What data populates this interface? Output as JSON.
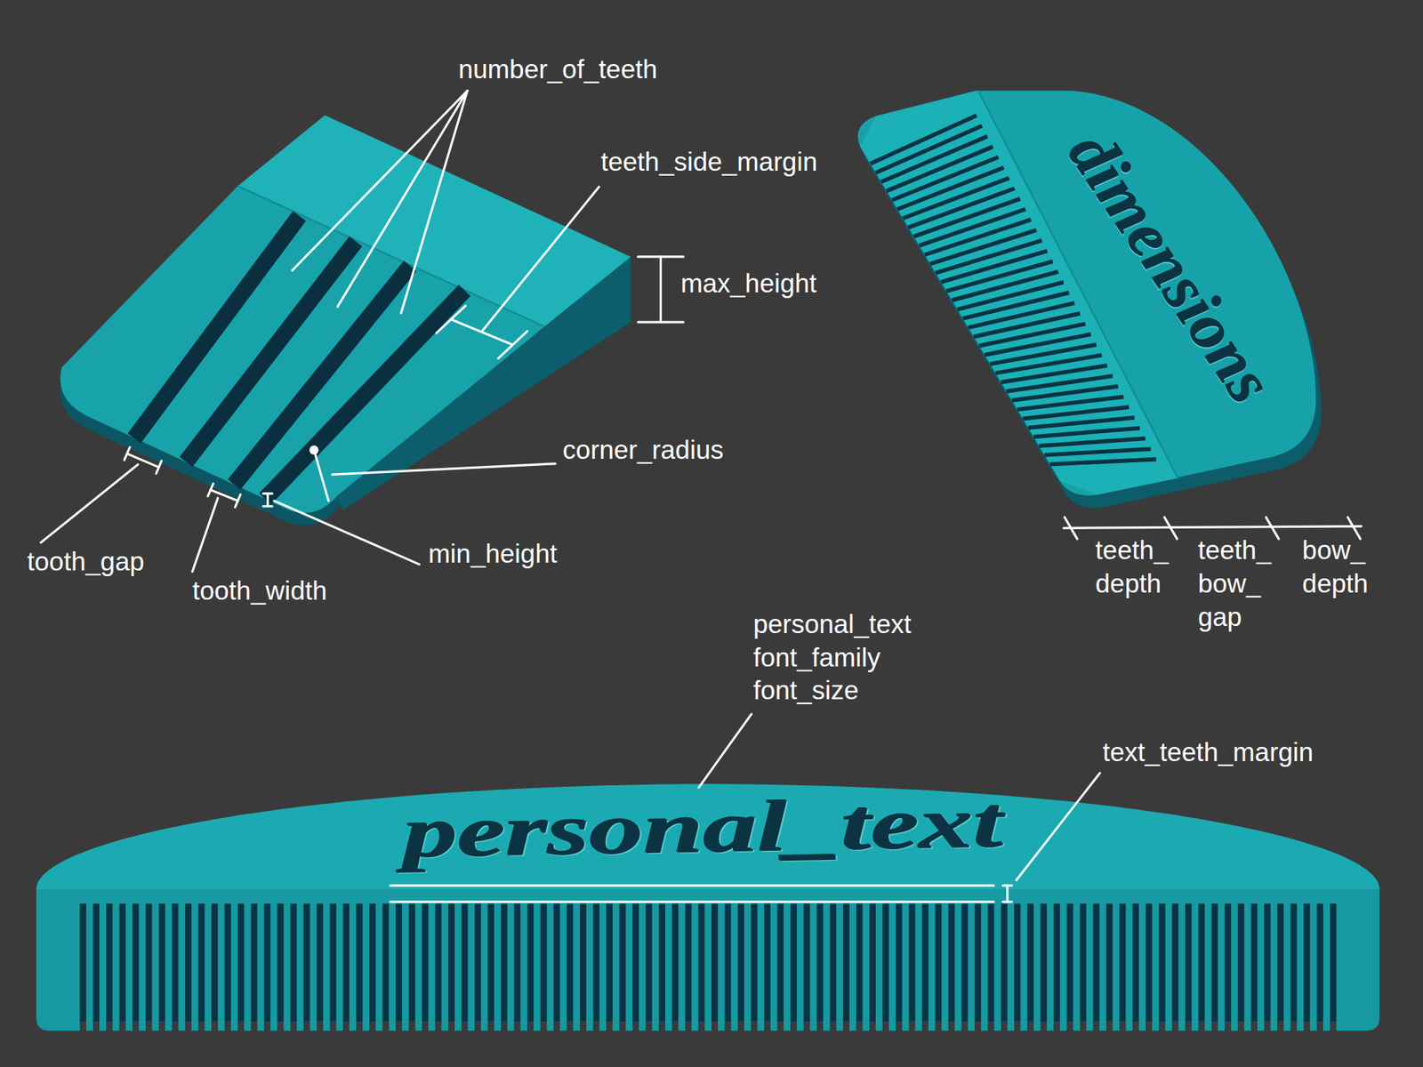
{
  "diagram": {
    "labels": [
      "number_of_teeth",
      "teeth_side_margin",
      "dimensions",
      "max_height",
      "corner_radius",
      "min_height",
      "tooth_gap",
      "tooth_width",
      "teeth_ depth",
      "teeth_ bow_ gap",
      "bow_ depth",
      "personal_text",
      "font_family",
      "font_size",
      "text_teeth_margin",
      "personal_text"
    ]
  }
}
